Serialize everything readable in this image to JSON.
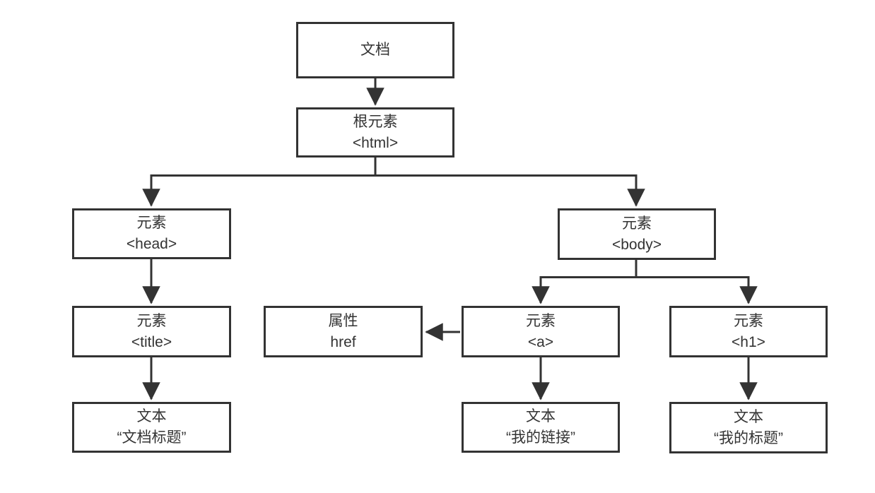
{
  "diagram": {
    "type": "tree",
    "description": "DOM document tree structure",
    "colors": {
      "background": "#ffffff",
      "line": "#333333",
      "text": "#333333",
      "node_fill": "#ffffff"
    },
    "nodes": {
      "document": {
        "label": "文档"
      },
      "root": {
        "label": "根元素",
        "tag": "<html>"
      },
      "head": {
        "label": "元素",
        "tag": "<head>"
      },
      "body": {
        "label": "元素",
        "tag": "<body>"
      },
      "title": {
        "label": "元素",
        "tag": "<title>"
      },
      "attr": {
        "label": "属性",
        "tag": "href"
      },
      "a": {
        "label": "元素",
        "tag": "<a>"
      },
      "h1": {
        "label": "元素",
        "tag": "<h1>"
      },
      "ttext": {
        "label": "文本",
        "tag": "“文档标题”"
      },
      "atext": {
        "label": "文本",
        "tag": "“我的链接”"
      },
      "htext": {
        "label": "文本",
        "tag": "“我的标题”"
      }
    },
    "edges": [
      {
        "from": "document",
        "to": "root",
        "style": "arrow-down"
      },
      {
        "from": "root",
        "to": "head",
        "style": "arrow-down"
      },
      {
        "from": "root",
        "to": "body",
        "style": "arrow-down"
      },
      {
        "from": "head",
        "to": "title",
        "style": "arrow-down"
      },
      {
        "from": "title",
        "to": "ttext",
        "style": "arrow-down"
      },
      {
        "from": "body",
        "to": "a",
        "style": "arrow-down"
      },
      {
        "from": "body",
        "to": "h1",
        "style": "arrow-down"
      },
      {
        "from": "a",
        "to": "attr",
        "style": "arrow-left"
      },
      {
        "from": "a",
        "to": "atext",
        "style": "arrow-down"
      },
      {
        "from": "h1",
        "to": "htext",
        "style": "arrow-down"
      }
    ]
  }
}
